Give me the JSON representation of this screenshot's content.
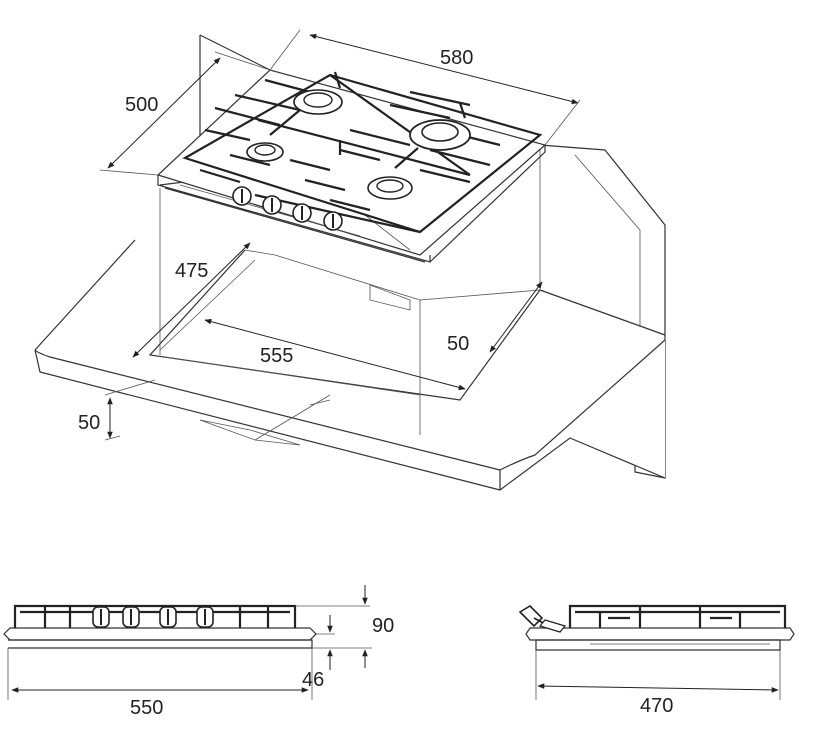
{
  "dimensions": {
    "width_580": "580",
    "depth_500": "500",
    "cutout_depth_475": "475",
    "cutout_width_555": "555",
    "rear_clearance_50": "50",
    "front_clearance_50": "50",
    "total_height_90": "90",
    "base_height_46": "46",
    "front_width_550": "550",
    "side_depth_470": "470"
  },
  "colors": {
    "line": "#333333",
    "shade": "#e6e6e6",
    "background": "#ffffff"
  }
}
